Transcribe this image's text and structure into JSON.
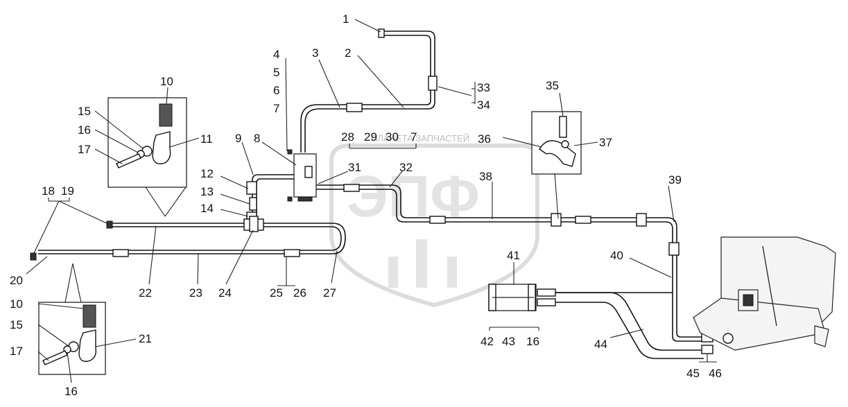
{
  "watermark": {
    "brand_text": "ПЛАНЕТА ЗАПЧАСТЕЙ",
    "logo_letters": "ЭПФ"
  },
  "callouts": [
    {
      "id": "c1",
      "text": "1"
    },
    {
      "id": "c2",
      "text": "2"
    },
    {
      "id": "c3",
      "text": "3"
    },
    {
      "id": "c4",
      "text": "4"
    },
    {
      "id": "c5",
      "text": "5"
    },
    {
      "id": "c6",
      "text": "6"
    },
    {
      "id": "c7",
      "text": "7"
    },
    {
      "id": "c8",
      "text": "8"
    },
    {
      "id": "c9",
      "text": "9"
    },
    {
      "id": "c10a",
      "text": "10"
    },
    {
      "id": "c11",
      "text": "11"
    },
    {
      "id": "c12",
      "text": "12"
    },
    {
      "id": "c13",
      "text": "13"
    },
    {
      "id": "c14",
      "text": "14"
    },
    {
      "id": "c15a",
      "text": "15"
    },
    {
      "id": "c16a",
      "text": "16"
    },
    {
      "id": "c17a",
      "text": "17"
    },
    {
      "id": "c18",
      "text": "18"
    },
    {
      "id": "c19",
      "text": "19"
    },
    {
      "id": "c20",
      "text": "20"
    },
    {
      "id": "c21",
      "text": "21"
    },
    {
      "id": "c22",
      "text": "22"
    },
    {
      "id": "c23",
      "text": "23"
    },
    {
      "id": "c24",
      "text": "24"
    },
    {
      "id": "c25",
      "text": "25"
    },
    {
      "id": "c26",
      "text": "26"
    },
    {
      "id": "c27",
      "text": "27"
    },
    {
      "id": "c28",
      "text": "28"
    },
    {
      "id": "c29",
      "text": "29"
    },
    {
      "id": "c30",
      "text": "30"
    },
    {
      "id": "c7b",
      "text": "7"
    },
    {
      "id": "c31",
      "text": "31"
    },
    {
      "id": "c32",
      "text": "32"
    },
    {
      "id": "c33",
      "text": "33"
    },
    {
      "id": "c34",
      "text": "34"
    },
    {
      "id": "c35",
      "text": "35"
    },
    {
      "id": "c36",
      "text": "36"
    },
    {
      "id": "c37",
      "text": "37"
    },
    {
      "id": "c38",
      "text": "38"
    },
    {
      "id": "c39",
      "text": "39"
    },
    {
      "id": "c40",
      "text": "40"
    },
    {
      "id": "c41",
      "text": "41"
    },
    {
      "id": "c42",
      "text": "42"
    },
    {
      "id": "c43",
      "text": "43"
    },
    {
      "id": "c16c",
      "text": "16"
    },
    {
      "id": "c44",
      "text": "44"
    },
    {
      "id": "c45",
      "text": "45"
    },
    {
      "id": "c46",
      "text": "46"
    },
    {
      "id": "c10b",
      "text": "10"
    },
    {
      "id": "c15b",
      "text": "15"
    },
    {
      "id": "c17b",
      "text": "17"
    },
    {
      "id": "c16b",
      "text": "16"
    }
  ]
}
